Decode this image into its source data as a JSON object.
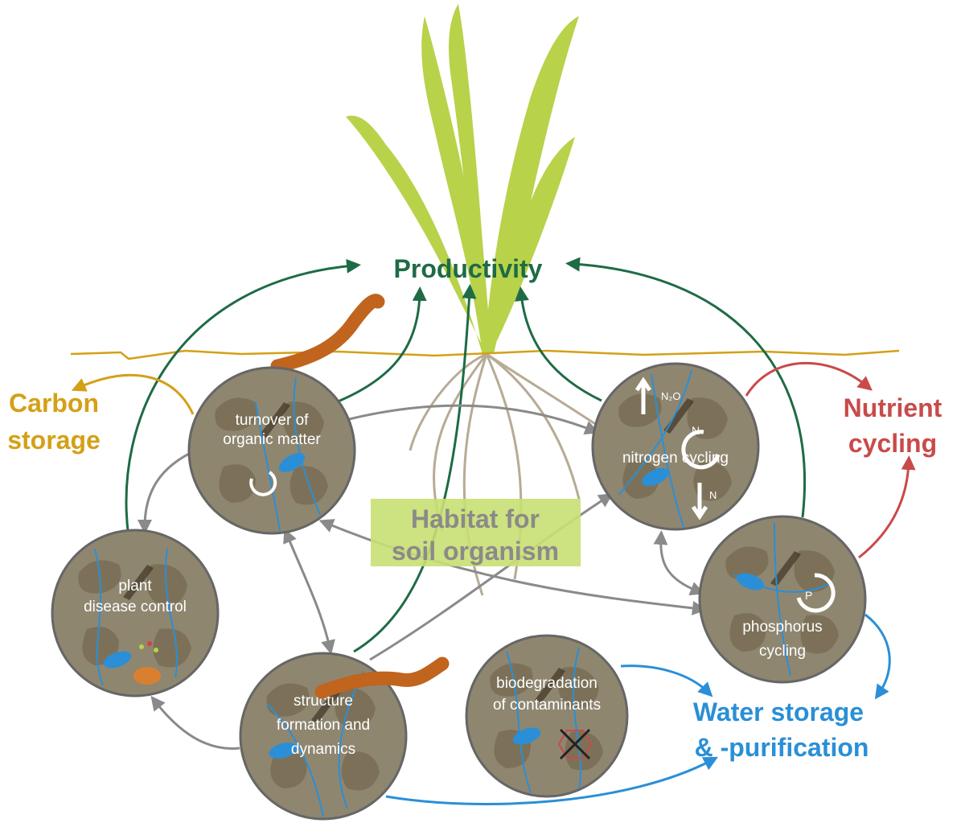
{
  "outcomes": {
    "productivity": "Productivity",
    "carbon_line1": "Carbon",
    "carbon_line2": "storage",
    "nutrient_line1": "Nutrient",
    "nutrient_line2": "cycling",
    "water_line1": "Water storage",
    "water_line2": "& -purification"
  },
  "habitat": {
    "line1": "Habitat for",
    "line2": "soil organism"
  },
  "nodes": {
    "turnover": {
      "line1": "turnover of",
      "line2": "organic matter"
    },
    "nitrogen": {
      "line1": "nitrogen cycling",
      "n2o": "N₂O",
      "n_cycle": "N",
      "n_leach": "N"
    },
    "plant": {
      "line1": "plant",
      "line2": "disease control"
    },
    "phosphorus": {
      "line1": "phosphorus",
      "line2": "cycling",
      "p_cycle": "P"
    },
    "structure": {
      "line1": "structure",
      "line2": "formation and",
      "line3": "dynamics"
    },
    "biodegradation": {
      "line1": "biodegradation",
      "line2": "of contaminants"
    }
  },
  "colors": {
    "productivity": "#1e6b45",
    "carbon": "#d4a017",
    "nutrient": "#c94a4a",
    "water": "#2a8fd6",
    "grey_arrow": "#8a8a8a",
    "plant": "#b8d24a",
    "habitat_box": "#c8df72",
    "soil": "#8f8670",
    "worm": "#c0641e"
  }
}
